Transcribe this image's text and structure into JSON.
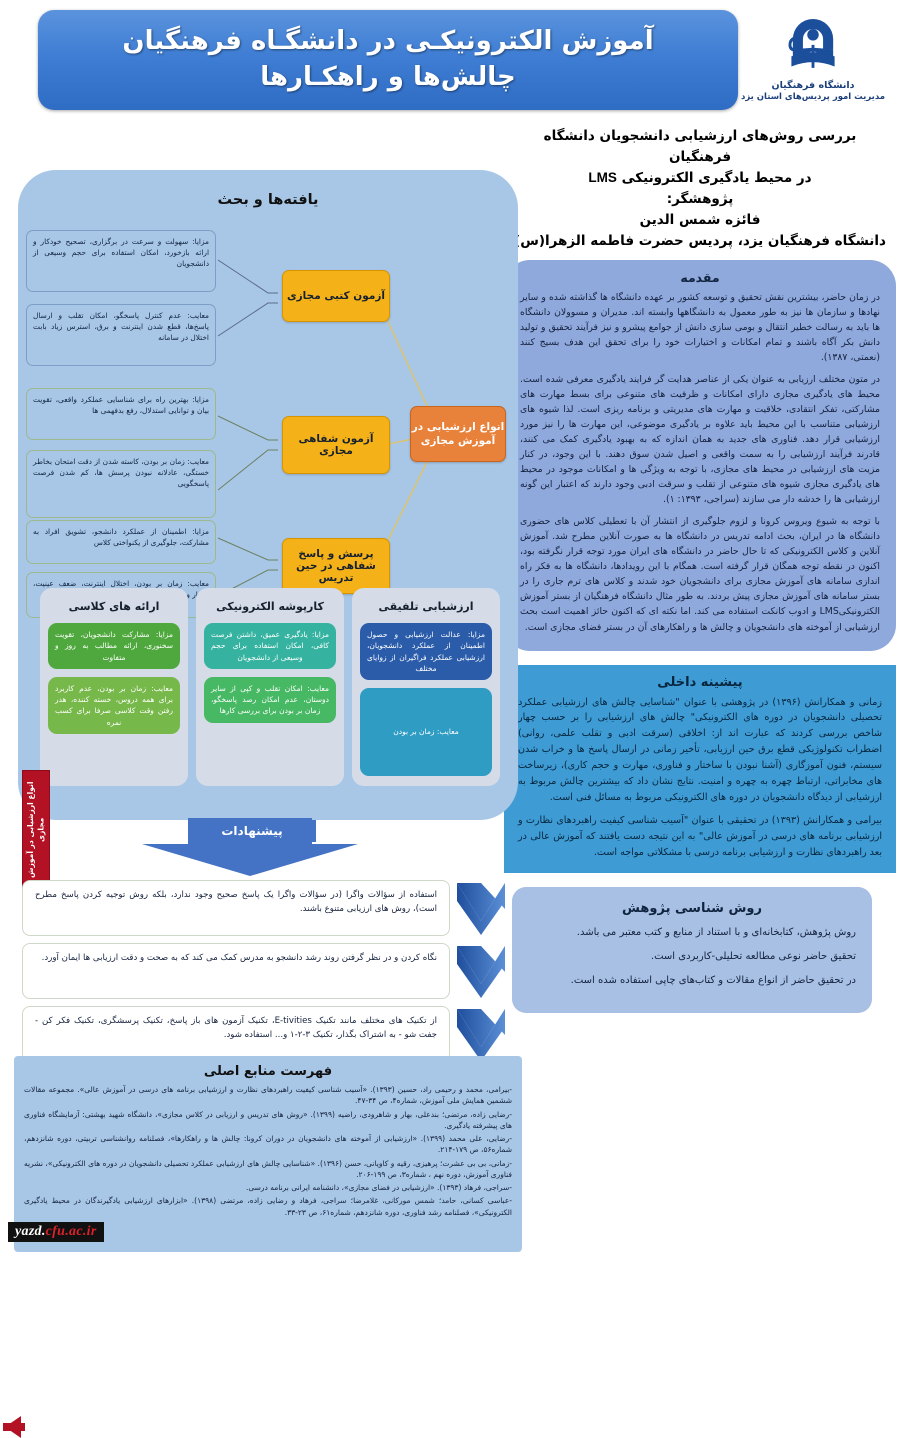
{
  "header": {
    "title_line1": "آموزش الکترونیکـی در دانشگـاه فرهنگیان",
    "title_line2": "چالش‌ها و راهکـارها",
    "logo_caption1": "دانشگاه فرهنگیان",
    "logo_caption2": "مدیریت امور پردیس‌های استان یزد",
    "logo_icon": "university-book-logo"
  },
  "right_column": {
    "study_title_line1": "بررسی روش‌های ارزشیابی دانشجویان دانشگاه فرهنگیان",
    "study_title_line2_pre": "در محیط یادگیری الکترونیکی",
    "study_title_line2_en": "LMS",
    "researcher_label": "پژوهشگر:",
    "researcher_name": "فائزه شمس الدین",
    "affiliation": "دانشگاه فرهنگیان یزد، پردیس حضرت فاطمه الزهرا(س)",
    "intro": {
      "heading": "مقدمه",
      "p1": "در زمان حاضر، بیشترین نقش تحقیق و توسعه کشور بر عهده دانشگاه ها گذاشته شده و سایر نهادها و سازمان ها نیز به طور معمول به دانشگاهها وابسته اند. مدیران و مسوولان دانشگاه ها باید به رسالت خطیر انتقال و بومی سازی دانش از جوامع پیشرو و نیز فرآیند تحقیق و تولید دانش بکر آگاه باشند و تمام امکانات و اختیارات خود را برای تحقق این هدف بسیج کنند (نعمتی، ۱۳۸۷).",
      "p2": "در متون مختلف ارزیابی به عنوان یکی از عناصر هدایت گر فرایند یادگیری معرفی شده است. محیط های یادگیری مجازی دارای امکانات و ظرفیت های متنوعی برای بسط مهارت های مشارکتی، تفکر انتقادی، خلاقیت و مهارت های مدیریتی و برنامه ریزی است. لذا شیوه های ارزشیابی متناسب با این محیط باید علاوه بر یادگیری موضوعی، این مهارت ها را نیز مورد ارزشیابی قرار دهد. فناوری های جدید به همان اندازه که به بهبود یادگیری کمک می کنند، قادرند فرآیند ارزشیابی را به سمت واقعی و اصیل شدن سوق دهند. با این وجود، در کنار مزیت های ارزشیابی در محیط های مجازی، با توجه به ویژگی ها و امکانات موجود در محیط های یادگیری مجازی شیوه های متنوعی از تقلب و سرقت ادبی وجود دارند که اعتبار این گونه ارزشیابی ها را خدشه دار می سازند (سراجی، ۱۳۹۳: ۱).",
      "p3": "با توجه به شیوع ویروس کرونا و لزوم جلوگیری از انتشار آن با تعطیلی کلاس های حضوری دانشگاه ها در ایران، بحث ادامه تدریس در دانشگاه ها به صورت آنلاین مطرح شد. آموزش آنلاین و کلاس الکترونیکی که تا حال حاضر در دانشگاه های ایران مورد توجه قرار نگرفته بود، اکنون در نقطه توجه همگان قرار گرفته است. همگام با این رویدادها، دانشگاه ها به فکر راه اندازی سامانه های آموزش مجازی برای دانشجویان خود شدند و کلاس های ترم جاری را در بستر سامانه های آموزش مجازی پیش بردند. به طور مثال دانشگاه فرهنگیان از بستر آموزش الکترونیکیLMS و ادوب کانکت استفاده می کند. اما نکته ای که اکنون حائز اهمیت است بحث ارزشیابی از آموخته های دانشجویان و چالش ها و راهکارهای آن در بستر فضای مجازی است."
    },
    "background": {
      "heading": "پیشینه داخلی",
      "p1": "زمانی و همکارانش (۱۳۹۶) در پژوهشی با عنوان \"شناسایی چالش های ارزشیابی عملکرد تحصیلی دانشجویان در دوره های الکترونیکی\" چالش های ارزشیابی را بر حسب چهار شاخص بررسی کردند که عبارت اند از: اخلاقی (سرقت ادبی و تقلب علمی، روانی) اضطراب تکنولوژیکی قطع برق حین ارزیابی، تأخیر زمانی در ارسال پاسخ ها و خراب شدن سیستم، فنون آموزگاری (آشنا نبودن با ساختار و فناوری، مهارت و حجم کاری)، زیرساخت های مخابراتی، ارتباط چهره به چهره و امنیت. نتایج نشان داد که بیشترین چالش مربوط به ارزشیابی از دیدگاه دانشجویان در دوره های الکترونیکی مربوط به مسائل فنی است.",
      "p2": "بیرامی و همکارانش (۱۳۹۳) در تحقیقی با عنوان \"آسیب شناسی کیفیت راهبردهای نظارت و ارزشیابی برنامه های درسی در آموزش عالی\" به این نتیجه دست یافتند که آموزش عالی در بعد راهبردهای نظارت و ارزشیابی برنامه درسی با مشکلاتی مواجه است."
    },
    "methodology": {
      "heading": "روش شناسی پژوهش",
      "p1": "روش پژوهش، کتابخانه‌ای و با استناد از منابع و کتب معتبر می باشد.",
      "p2": "تحقیق حاضر نوعی مطالعه تحلیلی-کاربردی است.",
      "p3": "در تحقیق حاضر از انواع مقالات و کتاب‌های چاپی استفاده شده است."
    }
  },
  "findings": {
    "heading": "یافته‌ها و بحث",
    "center_node": "انواع ارزشیابی در آموزش مجازی",
    "nodes": [
      {
        "label": "آزمون کتبی مجازی",
        "pros": "مزایا: سهولت و سرعت در برگزاری، تصحیح خودکار و ارائه بازخورد، امکان استفاده برای حجم وسیعی از دانشجویان",
        "cons": "معایب: عدم کنترل پاسخگو، امکان تقلب و ارسال پاسخ‌ها، قطع شدن اینترنت و برق، استرس زیاد بابت اختلال در سامانه"
      },
      {
        "label": "آزمون شفاهی مجازی",
        "pros": "مزایا: بهترین راه برای شناسایی عملکرد واقعی، تقویت بیان و توانایی استدلال، رفع بدفهمی ها",
        "cons": "معایب: زمان بر بودن، کاسته شدن از دقت امتحان بخاطر خستگی، عادلانه نبودن پرسش ها، کم شدن فرصت پاسخگویی"
      },
      {
        "label": "پرسش و پاسخ شفاهی در حین تدریس",
        "pros": "مزایا: اطمینان از عملکرد دانشجو، تشویق افراد به مشارکت، جلوگیری از یکنواختی کلاس",
        "cons": "معایب: زمان بر بودن، اختلال اینترنت، ضعف عینیت، اعتبار و پایایی"
      }
    ],
    "side_tag": "انواع ارزشیابی در آموزش مجازی",
    "columns": [
      {
        "heading": "ارائه های کلاسی",
        "pros": "مزایا: مشارکت دانشجویان، تقویت سخنوری، ارائه مطالب به روز و متفاوت",
        "cons": "معایب: زمان بر بودن، عدم کاربرد برای همه دروس، خسته کننده، هدر رفتن وقت کلاسی صرفا برای کسب نمره"
      },
      {
        "heading": "کارپوشه الکترونیکی",
        "pros": "مزایا: یادگیری عمیق، داشتن فرصت کافی، امکان استفاده برای حجم وسیعی از دانشجویان",
        "cons": "معایب: امکان تقلب و کپی از سایر دوستان، عدم امکان رصد پاسخگو، زمان بر بودن برای بررسی کارها"
      },
      {
        "heading": "ارزشیابی تلفیقی",
        "pros": "مزایا: عدالت ارزشیابی و حصول اطمینان از عملکرد دانشجویان، ارزشیابی عملکرد فراگیران از زوایای مختلف",
        "cons": "معایب: زمان بر بودن"
      }
    ]
  },
  "suggestions": {
    "badge": "پیشنهادات",
    "items": [
      "استفاده از سؤالات واگرا (در سؤالات واگرا یک پاسخ صحیح وجود ندارد، بلکه روش توجیه کردن پاسخ مطرح است)، روش های ارزیابی متنوع باشند.",
      "نگاه کردن و در نظر گرفتن روند رشد دانشجو به مدرس کمک می کند که به صحت و دقت ارزیابی ها ایمان آورد.",
      "از تکنیک های مختلف مانند تکنیک E-tivities، تکنیک آزمون های باز پاسخ، تکنیک پرسشگری، تکنیک فکر کن - جفت شو - به اشتراک بگذار، تکنیک ۳-۲-۱ و... استفاده شود."
    ]
  },
  "references": {
    "heading": "فهرست منابع اصلی",
    "items": [
      "-بیرامی، محمد و رحیمی راد، حسین (۱۳۹۳). «آسیب شناسی کیفیت راهبردهای نظارت و ارزشیابی برنامه های درسی در آموزش عالی». مجموعه مقالات ششمین همایش ملی آموزش، شماره۴، ص ۳۴-۴۷.",
      "-رضایی زاده، مرتضی؛ بندعلی، بهار و شاهرودی، راضیه (۱۳۹۹). «روش های تدریس و ارزیابی در کلاس مجازی»، دانشگاه شهید بهشتی: آزمایشگاه فناوری های پیشرفته یادگیری.",
      "-رضایی، علی محمد (۱۳۹۹). «ارزشیابی از آموخته های دانشجویان در دوران کرونا: چالش ها و راهکارها»، فصلنامه روانشناسی تربیتی، دوره شانزدهم، شماره۵۶، ص ۱۷۹-۲۱۴.",
      "-زمانی، بی بی عشرت؛ پرهیزی، رقیه و کاویانی، حسن (۱۳۹۶). «شناسایی چالش های ارزشیابی عملکرد تحصیلی دانشجویان در دوره های الکترونیکی»، نشریه فناوری آموزش، دوره نهم ، شماره۳، ص ۱۹۹-۲۰۶.",
      "-سراجی، فرهاد (۱۳۹۳). «ارزشیابی در فضای مجازی»، دانشنامه ایرانی برنامه درسی.",
      "-عباسی کسانی، حامد؛ شمس مورکانی، غلامرضا؛ سراجی، فرهاد و رضایی زاده، مرتضی (۱۳۹۸). «ابزارهای ارزشیابی یادگیرندگان در محیط یادگیری الکترونیکی»، فصلنامه رشد فناوری، دوره شانزدهم، شماره۶۱، ص ۲۳-۳۳."
    ]
  },
  "watermark": {
    "text_dark": "yazd.",
    "text_red": "cfu.ac.ir"
  },
  "colors": {
    "header_blue": "#3f7ed4",
    "panel_blue": "#a8c7e7",
    "intro_blue": "#8fa9dd",
    "background_blue": "#3e9bd4",
    "node_yellow": "#f5b218",
    "center_orange": "#e8813a",
    "red_tag": "#b31225",
    "suggestion_blue": "#4472c4"
  }
}
